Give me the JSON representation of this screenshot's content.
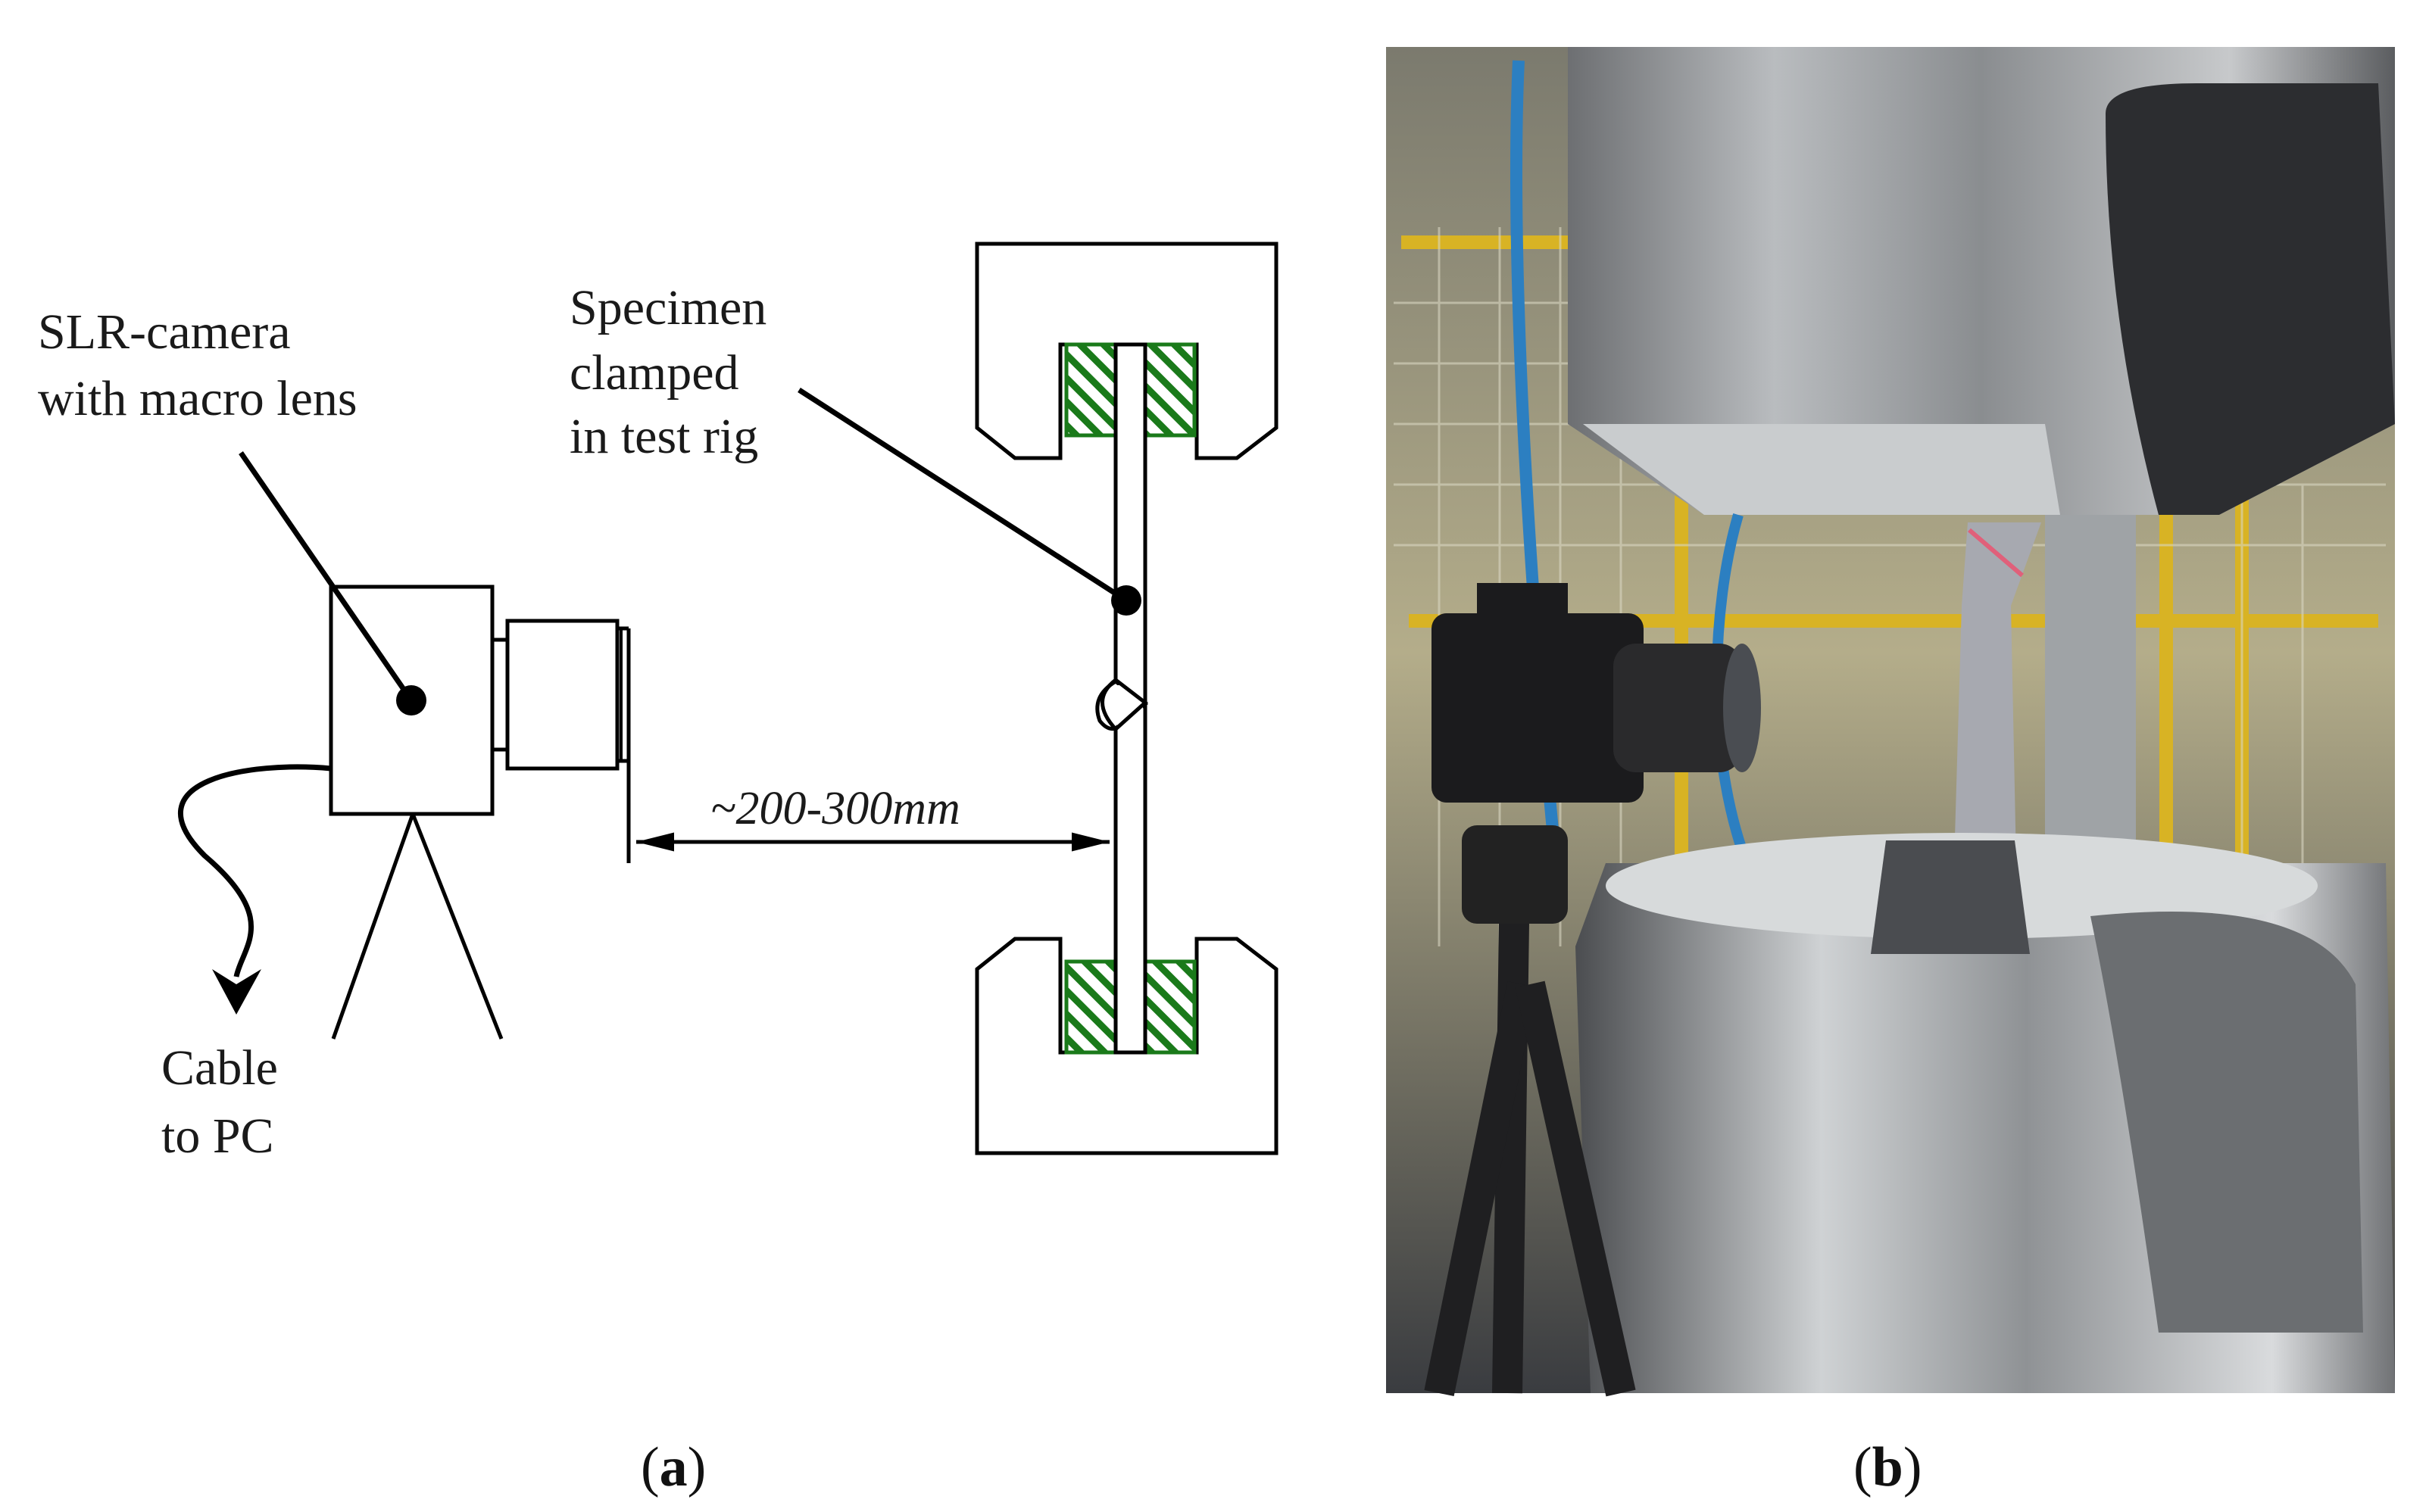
{
  "diagram": {
    "camera_label_line1": "SLR-camera",
    "camera_label_line2": "with macro lens",
    "specimen_label_line1": "Specimen",
    "specimen_label_line2": "clamped",
    "specimen_label_line3": "in test rig",
    "cable_label_line1": "Cable",
    "cable_label_line2": "to PC",
    "distance_label": "~200-300mm",
    "colors": {
      "clamp_hatch": "#1a7a1a",
      "line": "#000000"
    }
  },
  "captions": {
    "a_open": "(",
    "a_letter": "a",
    "a_close": ")",
    "b_open": "(",
    "b_letter": "b",
    "b_close": ")"
  },
  "photo": {
    "description_icon": "test-rig-photo-icon"
  }
}
